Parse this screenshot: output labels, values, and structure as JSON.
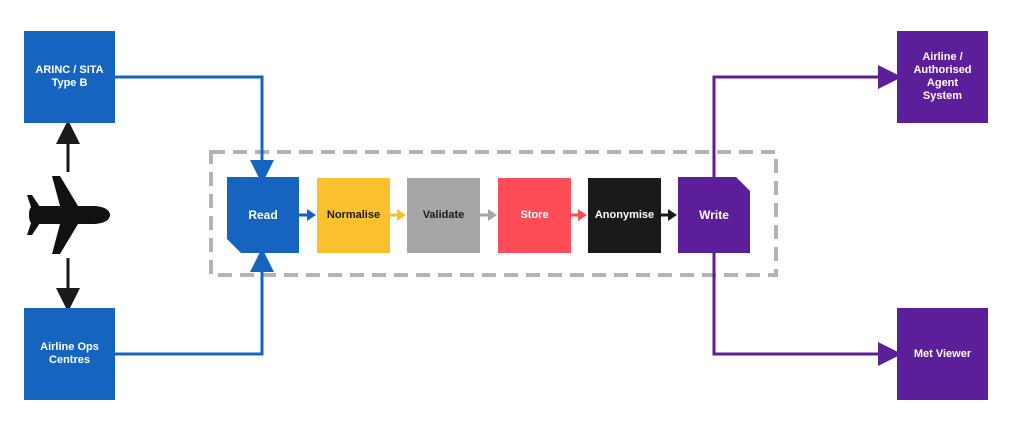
{
  "colors": {
    "blue": "#1565c0",
    "yellow": "#fbc02d",
    "gray": "#a6a6a6",
    "red": "#ff4d57",
    "black": "#1a1a1a",
    "purple": "#5c1f99",
    "frame": "#b3b3b3"
  },
  "sources": {
    "arinc": {
      "line1": "ARINC / SITA",
      "line2": "Type B"
    },
    "ops": {
      "line1": "Airline Ops",
      "line2": "Centres"
    }
  },
  "aircraft": {
    "icon": "airplane-icon"
  },
  "pipeline": {
    "read": "Read",
    "normalise": "Normalise",
    "validate": "Validate",
    "store": "Store",
    "anonymise": "Anonymise",
    "write": "Write"
  },
  "destinations": {
    "airline": {
      "line1": "Airline /",
      "line2": "Authorised",
      "line3": "Agent",
      "line4": "System"
    },
    "met": {
      "line1": "Met Viewer"
    }
  }
}
